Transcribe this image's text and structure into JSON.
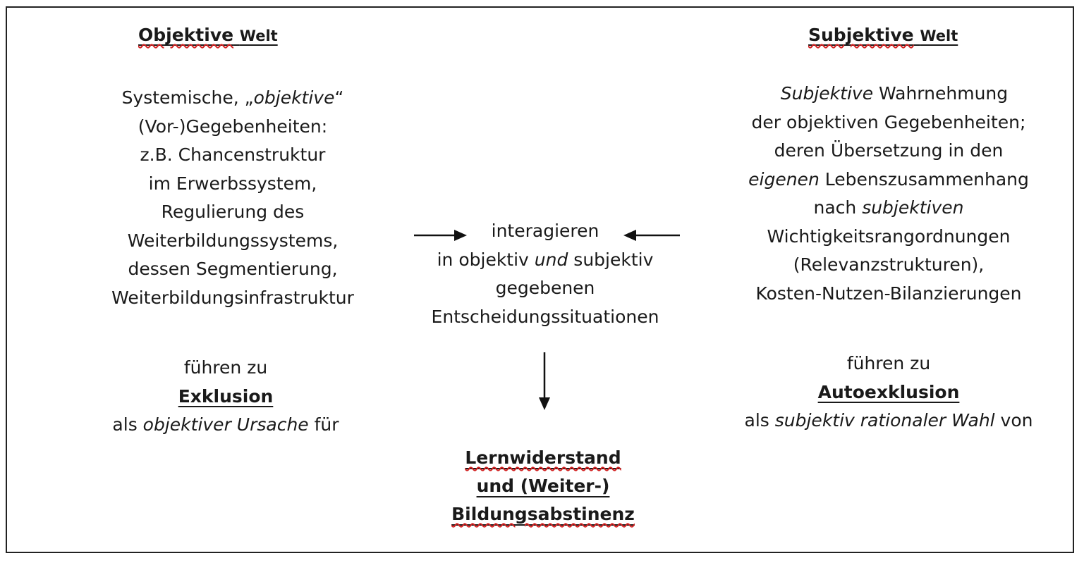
{
  "left": {
    "heading_word": "Objektive",
    "heading_rest": "Welt",
    "lines_1": [
      "Systemische, „",
      "objektive",
      "“"
    ],
    "lines": [
      "(Vor-)Gegebenheiten:",
      "z.B. Chancenstruktur",
      "im Erwerbssystem,",
      "Regulierung des",
      "Weiterbildungssystems,",
      "dessen Segmentierung,",
      "Weiterbildungsinfrastruktur"
    ],
    "leads_to": "führen zu",
    "result_term": "Exklusion",
    "as_prefix": "als ",
    "as_italic": "objektiver Ursache",
    "as_suffix": " für"
  },
  "right": {
    "heading_word": "Subjektive",
    "heading_rest": "Welt",
    "line1_italic": "Subjektive",
    "line1_rest": " Wahrnehmung",
    "line2": "der objektiven Gegebenheiten;",
    "line3": "deren Übersetzung in den",
    "line4_italic": "eigenen",
    "line4_rest": " Lebenszusammenhang",
    "line5_prefix": "nach ",
    "line5_italic": "subjektiven",
    "line6": "Wichtigkeitsrangordnungen",
    "line7": "(Relevanzstrukturen),",
    "line8": "Kosten-Nutzen-Bilanzierungen",
    "leads_to": "führen zu",
    "result_term": "Autoexklusion",
    "as_prefix": "als ",
    "as_italic": "subjektiv rationaler Wahl",
    "as_suffix": " von"
  },
  "center": {
    "line1": "interagieren",
    "line2_prefix": "in objektiv ",
    "line2_italic": "und",
    "line2_suffix": " subjektiv",
    "line3": "gegebenen",
    "line4": "Entscheidungssituationen"
  },
  "result": {
    "line1": "Lernwiderstand",
    "line2": "und (Weiter-)",
    "line3": "Bildungsabstinenz"
  },
  "colors": {
    "text": "#1a1a1a",
    "spellcheck": "#d21f1f",
    "border": "#222222"
  }
}
